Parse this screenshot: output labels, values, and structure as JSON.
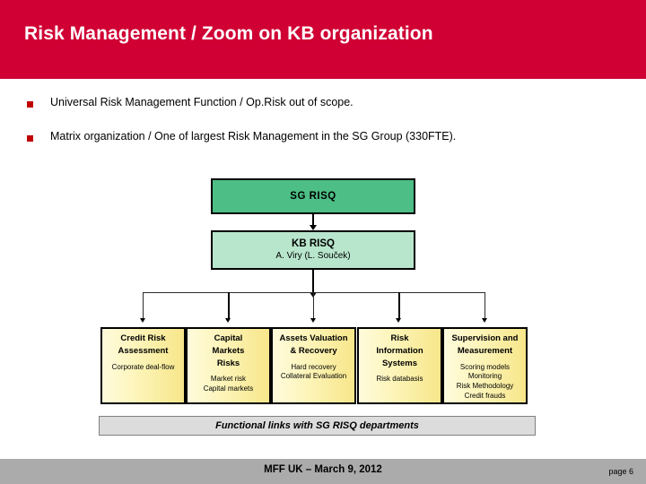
{
  "slide": {
    "title": "Risk Management / Zoom on KB organization",
    "banner_color": "#D00034",
    "bullets": [
      {
        "marker": "red-square-bullet",
        "text": "Universal Risk Management Function / Op.Risk out of scope."
      },
      {
        "marker": "red-square-bullet",
        "text": "Matrix organization / One of largest Risk Management in the SG Group (330FTE)."
      }
    ]
  },
  "org_chart": {
    "root": {
      "title": "SG  RISQ",
      "color": "#4DBE85"
    },
    "second": {
      "title": "KB RISQ",
      "subtitle": "A. Viry (L. Souček)",
      "color": "#B8E6CC"
    },
    "departments": [
      {
        "title": "Credit Risk\nAssessment",
        "title_lines": [
          "Credit Risk",
          "Assessment"
        ],
        "detail_lines": [
          "Corporate deal-flow"
        ]
      },
      {
        "title": "Capital Markets Risks",
        "title_lines": [
          "Capital",
          "Markets",
          "Risks"
        ],
        "detail_lines": [
          "Market risk",
          "Capital markets"
        ]
      },
      {
        "title": "Assets Valuation & Recovery",
        "title_lines": [
          "Assets Valuation",
          "& Recovery"
        ],
        "detail_lines": [
          "Hard recovery",
          "Collateral Evaluation"
        ]
      },
      {
        "title": "Risk Information Systems",
        "title_lines": [
          "Risk",
          "Information",
          "Systems"
        ],
        "detail_lines": [
          "Risk databasis"
        ]
      },
      {
        "title": "Supervision and Measurement",
        "title_lines": [
          "Supervision and",
          "Measurement"
        ],
        "detail_lines": [
          "Scoring models",
          "Monitoring",
          "Risk Methodology",
          "Credit frauds"
        ]
      }
    ],
    "functional_links_label": "Functional links with SG RISQ departments"
  },
  "footer": {
    "title": "MFF UK – March 9, 2012",
    "page": "page 6"
  }
}
